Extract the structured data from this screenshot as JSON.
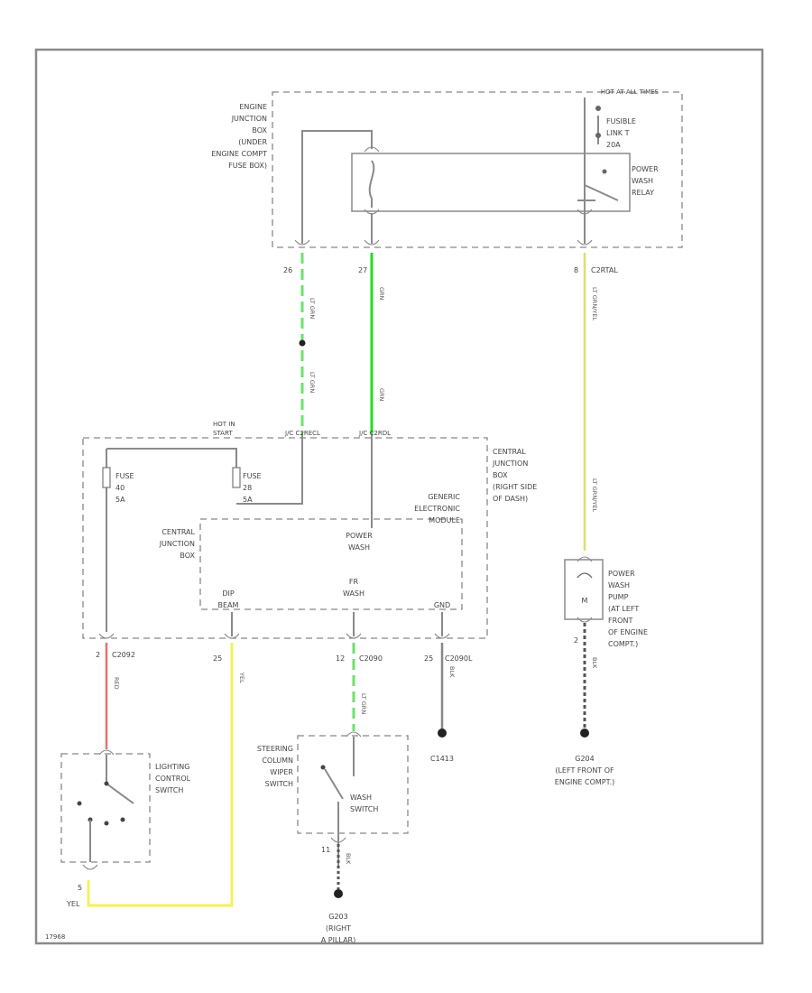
{
  "colors": {
    "lt_grn": "#6ee06e",
    "grn": "#22dd22",
    "yel": "#f4f060",
    "lt_grn_yel": "#d8e070",
    "red": "#e87070",
    "grey": "#8a8a8a",
    "black": "#222222"
  },
  "engine_box": {
    "label": [
      "ENGINE",
      "JUNCTION",
      "BOX",
      "(UNDER",
      "ENGINE COMPT",
      "FUSE BOX)"
    ],
    "hot_label": "HOT AT ALL TIMES",
    "fusible_link": [
      "FUSIBLE",
      "LINK T",
      "20A"
    ],
    "relay": [
      "POWER",
      "WASH",
      "RELAY"
    ],
    "pins": [
      "26",
      "27",
      "8"
    ],
    "pin_conn": "C2RTAL"
  },
  "central_box": {
    "label": [
      "CENTRAL",
      "JUNCTION",
      "BOX",
      "(RIGHT SIDE",
      "OF DASH)"
    ],
    "hot_label": [
      "HOT IN",
      "START"
    ],
    "fuse_1": [
      "FUSE",
      "40",
      "5A"
    ],
    "fuse_2": [
      "FUSE",
      "28",
      "5A"
    ],
    "conn_left": "J/C C2RECL",
    "conn_right": "J/C C2RDL",
    "module_box_label": [
      "CENTRAL",
      "JUNCTION",
      "BOX"
    ],
    "gem": [
      "GENERIC",
      "ELECTRONIC",
      "MODULE"
    ],
    "power_wash": [
      "POWER",
      "WASH"
    ],
    "dip": [
      "DIP",
      "BEAM"
    ],
    "fr_wash": [
      "FR",
      "WASH"
    ],
    "gnd": "GND"
  },
  "bottom_conns": [
    {
      "pin": "2",
      "conn": "C2092"
    },
    {
      "pin": "25",
      "conn": ""
    },
    {
      "pin": "12",
      "conn": "C2090"
    },
    {
      "pin": "25",
      "conn": "C2090L"
    }
  ],
  "wire_codes": [
    "LT GRN",
    "LT GRN",
    "GRN",
    "GRN",
    "LT GRN/YEL",
    "LT GRN/YEL",
    "RED",
    "YEL",
    "LT GRN",
    "BLK",
    "BLK",
    "BLK"
  ],
  "lighting_switch": [
    "LIGHTING",
    "CONTROL",
    "SWITCH"
  ],
  "lighting_pin": "5",
  "lighting_wire": "YEL",
  "steering_switch": [
    "STEERING",
    "COLUMN",
    "WIPER",
    "SWITCH"
  ],
  "wash_switch": [
    "WASH",
    "SWITCH"
  ],
  "wash_pin": "11",
  "ground_c1413": "C1413",
  "ground_g203": [
    "G203",
    "(RIGHT",
    "A PILLAR)"
  ],
  "pump": [
    "POWER",
    "WASH",
    "PUMP",
    "(AT LEFT",
    "FRONT",
    "OF ENGINE",
    "COMPT.)"
  ],
  "pump_pin": "2",
  "ground_g204": [
    "G204",
    "(LEFT FRONT OF",
    "ENGINE COMPT.)"
  ],
  "figure_code": "17968"
}
